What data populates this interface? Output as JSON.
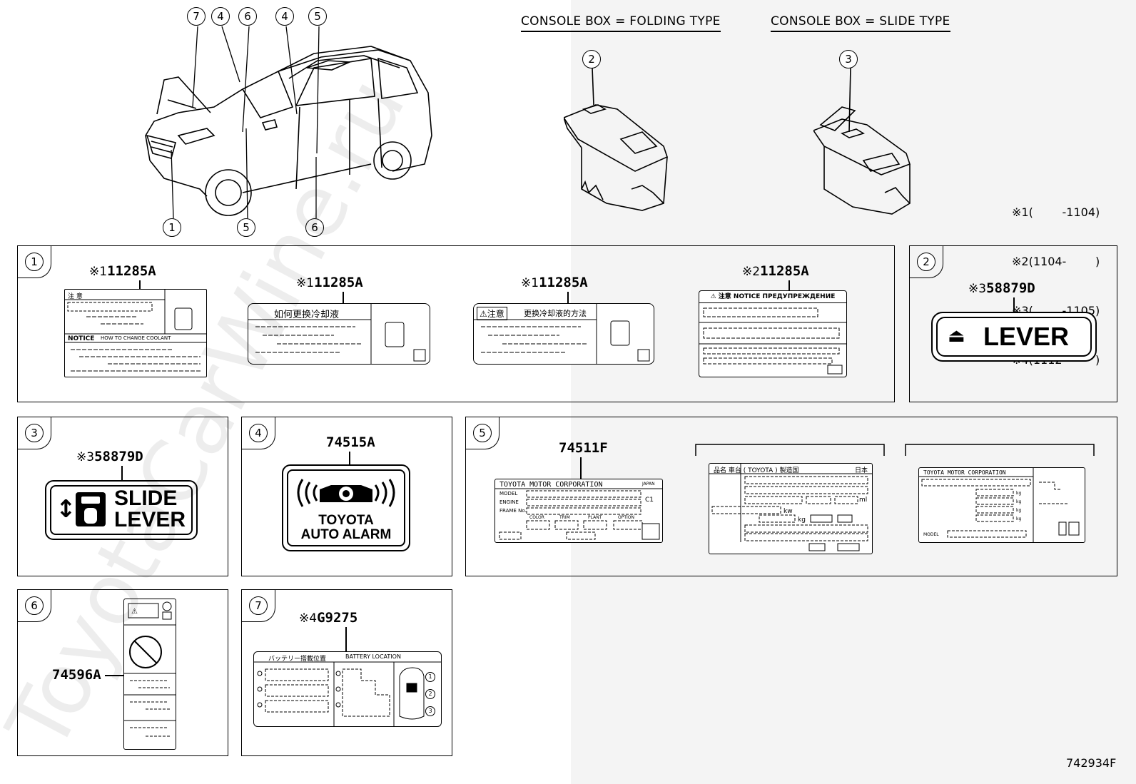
{
  "headers": {
    "folding": "CONSOLE BOX = FOLDING TYPE",
    "slide": "CONSOLE BOX = SLIDE TYPE"
  },
  "legend": [
    {
      "mark": "※1",
      "text": "(        -1104)"
    },
    {
      "mark": "※2",
      "text": "(1104-        )"
    },
    {
      "mark": "※3",
      "text": "(        -1105)"
    },
    {
      "mark": "※4",
      "text": "(1112-        )"
    }
  ],
  "vehicle_callouts": [
    "7",
    "4",
    "6",
    "4",
    "5",
    "1",
    "5",
    "6"
  ],
  "console_callouts": [
    "2",
    "3"
  ],
  "sections": {
    "s1": {
      "index": "1",
      "parts": [
        {
          "mark": "※1",
          "number": "11285A"
        },
        {
          "mark": "※1",
          "number": "11285A"
        },
        {
          "mark": "※1",
          "number": "11285A"
        },
        {
          "mark": "※2",
          "number": "11285A"
        }
      ],
      "label_a": {
        "caution": "注  意",
        "notice": "NOTICE",
        "notice_sub": "HOW TO CHANGE COOLANT"
      },
      "label_b": {
        "title": "如何更换冷却液"
      },
      "label_c": {
        "caution": "注意",
        "title": "更换冷却液的方法"
      },
      "label_d": {
        "title": "注意  NOTICE  ПРЕДУПРЕЖДЕНИЕ"
      }
    },
    "s2": {
      "index": "2",
      "mark": "※3",
      "number": "58879D",
      "label": "LEVER"
    },
    "s3": {
      "index": "3",
      "mark": "※3",
      "number": "58879D",
      "line1": "SLIDE",
      "line2": "LEVER"
    },
    "s4": {
      "index": "4",
      "number": "74515A",
      "line1": "TOYOTA",
      "line2": "AUTO ALARM"
    },
    "s5": {
      "index": "5",
      "number": "74511F",
      "plate1": {
        "title": "TOYOTA MOTOR CORPORATION",
        "country": "JAPAN",
        "model": "MODEL",
        "engine": "ENGINE",
        "frame": "FRAME No.",
        "color": "COLOR",
        "trim": "TRIM",
        "plant": "PLANT",
        "option": "OPTION",
        "c1": "C1"
      },
      "plate2": {
        "title": "品名  車台 ( TOYOTA )  製造国",
        "country": "日本",
        "ml": "ml",
        "kw": "kw",
        "kg": "kg"
      },
      "plate3": {
        "title": "TOYOTA MOTOR CORPORATION",
        "unit": "kg",
        "model": "MODEL"
      }
    },
    "s6": {
      "index": "6",
      "number": "74596A"
    },
    "s7": {
      "index": "7",
      "mark": "※4",
      "number": "G9275",
      "title_jp": "バッテリー搭載位置",
      "title_en": "BATTERY LOCATION",
      "c1": "1",
      "c2": "2",
      "c3": "3"
    }
  },
  "drawing_number": "742934F",
  "watermark": "ToyotaCarWine.ru"
}
